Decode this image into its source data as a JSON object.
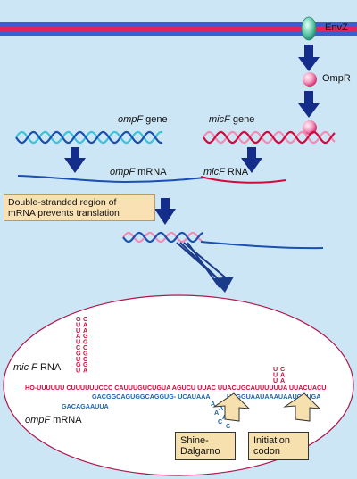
{
  "labels": {
    "envz": "EnvZ",
    "ompr": "OmpR",
    "ompf_gene_italic": "ompF",
    "ompf_gene_suffix": " gene",
    "micf_gene_italic": "micF",
    "micf_gene_suffix": " gene",
    "ompf_mrna_italic": "ompF",
    "ompf_mrna_suffix": " mRNA",
    "micf_rna_italic": "micF",
    "micf_rna_suffix": " RNA",
    "double_stranded_line1": "Double-stranded region of",
    "double_stranded_line2": "mRNA prevents translation",
    "micf_rna2_italic": "mic F",
    "micf_rna2_suffix": " RNA",
    "ompf_mrna2_italic": "ompF",
    "ompf_mrna2_suffix": " mRNA",
    "shine_line1": "Shine-",
    "shine_line2": "Dalgarno",
    "init_line1": "Initiation",
    "init_line2": "codon"
  },
  "sequences": {
    "micf_main": "HO-UUUUUU  CUUUUUUCCC CAUUUGUCUGUA AGUCU UUAC UUACUGCAUUUUUUA    UUACUACU",
    "ompf_main": "GACGGCAGUGGCAGGUG- UCAUAAA",
    "ompf_main2": "UAGGUAAUAAAUAAUGAUGA",
    "ompf_tail": "GACAGAAUUA",
    "hairpin_left": [
      "G",
      "U",
      "U",
      "A",
      "U",
      "C",
      "G",
      "U",
      "G",
      "U"
    ],
    "hairpin_left2": [
      "C",
      "A",
      "A",
      "G",
      "G",
      "C",
      "G",
      "C",
      "G",
      "A"
    ],
    "hairpin_right": [
      "U",
      "U",
      "U"
    ],
    "hairpin_right2": [
      "C",
      "A",
      "A"
    ],
    "loop_ompf": [
      "A",
      "A",
      "A",
      "A",
      "C",
      "C"
    ]
  },
  "colors": {
    "background": "#cde6f6",
    "membrane_blue": "#3366cc",
    "membrane_red": "#e0245e",
    "arrow": "#142d8a",
    "micf": "#d10a3c",
    "ompf": "#1b63b0",
    "ompr": "#f08cb4",
    "envz": "#58c6a6",
    "label_box": "#f9e1b4",
    "ellipse_border": "#b0184a"
  }
}
